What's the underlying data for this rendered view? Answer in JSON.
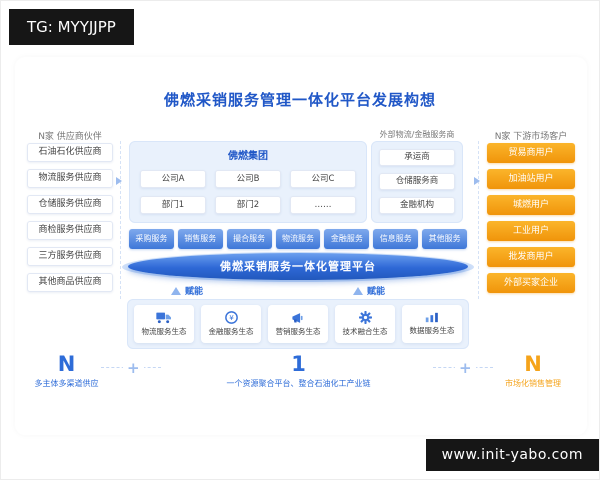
{
  "watermarks": {
    "telegram": "TG: MYYJJPP",
    "website": "www.init-yabo.com"
  },
  "title": "佛燃采销服务管理一体化平台发展构想",
  "suppliers": {
    "label": "N家 供应商伙伴",
    "items": [
      "石油石化供应商",
      "物流服务供应商",
      "仓储服务供应商",
      "商检服务供应商",
      "三方服务供应商",
      "其他商品供应商"
    ]
  },
  "group": {
    "title": "佛燃集团",
    "companies": [
      "公司A",
      "公司B",
      "公司C"
    ],
    "departments": [
      "部门1",
      "部门2",
      "……"
    ]
  },
  "external": {
    "label": "外部物流/金融服务商",
    "items": [
      "承运商",
      "仓储服务商",
      "金融机构"
    ]
  },
  "customers": {
    "label": "N家 下游市场客户",
    "items": [
      "贸易商用户",
      "加油站用户",
      "城燃用户",
      "工业用户",
      "批发商用户",
      "外部买家企业"
    ]
  },
  "services": [
    "采购服务",
    "销售服务",
    "撮合服务",
    "物流服务",
    "金融服务",
    "信息服务",
    "其他服务"
  ],
  "platform": {
    "label": "佛燃采销服务一体化管理平台"
  },
  "empower": {
    "left": "赋能",
    "right": "赋能"
  },
  "ecosystems": [
    {
      "icon": "truck-icon",
      "label": "物流服务生态"
    },
    {
      "icon": "coins-icon",
      "label": "金融服务生态"
    },
    {
      "icon": "megaphone-icon",
      "label": "营销服务生态"
    },
    {
      "icon": "gear-icon",
      "label": "技术融合生态"
    },
    {
      "icon": "bar-chart-icon",
      "label": "数据服务生态"
    }
  ],
  "formula": {
    "supply": {
      "value": "N",
      "caption": "多主体多渠道供应"
    },
    "plus_left": "+",
    "platform": {
      "value": "1",
      "caption": "一个资源聚合平台、整合石油化工产业链"
    },
    "plus_right": "+",
    "market": {
      "value": "N",
      "caption": "市场化销售管理"
    }
  },
  "colors": {
    "primary_blue": "#2057C7",
    "accent_orange": "#F5A31A",
    "panel_blue": "#E9F1FC"
  }
}
